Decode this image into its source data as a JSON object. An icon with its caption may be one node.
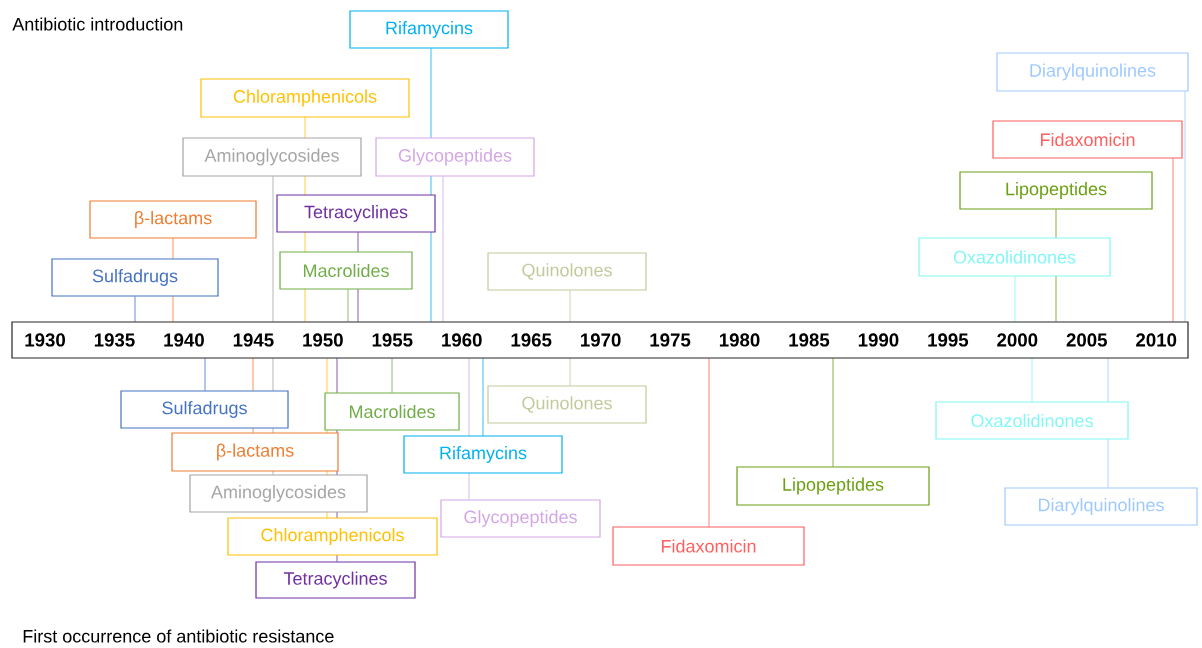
{
  "diagram": {
    "nodes": [
      {
        "text": [
          "1930",
          "1935",
          "1940",
          "1945",
          "1950",
          "1955",
          "1960",
          "1965",
          "1970",
          "1975",
          "1980",
          "1985",
          "1990",
          "1995",
          "2000",
          "2005",
          "2010"
        ]
      },
      {
        "text": [
          "Rifamycins"
        ]
      },
      {
        "text": [
          "Diarylquinolines"
        ]
      },
      {
        "text": [
          "Chloramphenicols"
        ]
      },
      {
        "text": [
          "Fidaxomicin"
        ]
      },
      {
        "text": [
          "Aminoglycosides"
        ]
      },
      {
        "text": [
          "Glycopeptides"
        ]
      },
      {
        "text": [
          "Lipopeptides"
        ]
      },
      {
        "text": [
          "Tetracyclines"
        ]
      },
      {
        "text": [
          "β-lactams"
        ]
      },
      {
        "text": [
          "Oxazolidinones"
        ]
      },
      {
        "text": [
          "Macrolides"
        ]
      },
      {
        "text": [
          "Quinolones"
        ]
      },
      {
        "text": [
          "Sulfadrugs"
        ]
      },
      {
        "text": [
          "Sulfadrugs"
        ]
      },
      {
        "text": [
          "Macrolides"
        ]
      },
      {
        "text": [
          "Quinolones"
        ]
      },
      {
        "text": [
          "Oxazolidinones"
        ]
      },
      {
        "text": [
          "β-lactams"
        ]
      },
      {
        "text": [
          "Rifamycins"
        ]
      },
      {
        "text": [
          "Lipopeptides"
        ]
      },
      {
        "text": [
          "Aminoglycosides"
        ]
      },
      {
        "text": [
          "Diarylquinolines"
        ]
      },
      {
        "text": [
          "Glycopeptides"
        ]
      },
      {
        "text": [
          "Chloramphenicols"
        ]
      },
      {
        "text": [
          "Fidaxomicin"
        ]
      },
      {
        "text": [
          "Tetracyclines"
        ]
      }
    ],
    "edges": [
      {
        "from": 1,
        "to": 0,
        "arrow": "none",
        "color": "#00b0f0"
      },
      {
        "from": 2,
        "to": 0,
        "arrow": "none",
        "color": "#9dc9ff"
      },
      {
        "from": 3,
        "to": 0,
        "arrow": "none",
        "color": "#ffc000"
      },
      {
        "from": 4,
        "to": 0,
        "arrow": "none",
        "color": "#ff5f5f"
      },
      {
        "from": 5,
        "to": 0,
        "arrow": "none",
        "color": "#a5a5a5"
      },
      {
        "from": 6,
        "to": 0,
        "arrow": "none",
        "color": "#d4a6e6"
      },
      {
        "from": 7,
        "to": 0,
        "arrow": "none",
        "color": "#6aa010"
      },
      {
        "from": 8,
        "to": 0,
        "arrow": "none",
        "color": "#7030a0"
      },
      {
        "from": 9,
        "to": 0,
        "arrow": "none",
        "color": "#ed7d31"
      },
      {
        "from": 10,
        "to": 0,
        "arrow": "none",
        "color": "#80f7f7"
      },
      {
        "from": 11,
        "to": 0,
        "arrow": "none",
        "color": "#70ad47"
      },
      {
        "from": 12,
        "to": 0,
        "arrow": "none",
        "color": "#c3c99a"
      },
      {
        "from": 13,
        "to": 0,
        "arrow": "none",
        "color": "#4472c4"
      },
      {
        "from": 14,
        "to": 0,
        "arrow": "none",
        "color": "#4472c4"
      },
      {
        "from": 15,
        "to": 0,
        "arrow": "none",
        "color": "#70ad47"
      },
      {
        "from": 16,
        "to": 0,
        "arrow": "none",
        "color": "#c3c99a"
      },
      {
        "from": 17,
        "to": 0,
        "arrow": "none",
        "color": "#80f7f7"
      },
      {
        "from": 18,
        "to": 0,
        "arrow": "none",
        "color": "#ed7d31"
      },
      {
        "from": 19,
        "to": 0,
        "arrow": "none",
        "color": "#00b0f0"
      },
      {
        "from": 20,
        "to": 0,
        "arrow": "none",
        "color": "#6aa010"
      },
      {
        "from": 21,
        "to": 0,
        "arrow": "none",
        "color": "#a5a5a5"
      },
      {
        "from": 22,
        "to": 0,
        "arrow": "none",
        "color": "#9dc9ff"
      },
      {
        "from": 23,
        "to": 0,
        "arrow": "none",
        "color": "#d4a6e6"
      },
      {
        "from": 24,
        "to": 0,
        "arrow": "none",
        "color": "#ffc000"
      },
      {
        "from": 25,
        "to": 0,
        "arrow": "none",
        "color": "#ff5f5f"
      },
      {
        "from": 26,
        "to": 0,
        "arrow": "none",
        "color": "#7030a0"
      }
    ],
    "labels": [
      "Antibiotic introduction",
      "First occurrence of antibiotic resistance"
    ]
  }
}
